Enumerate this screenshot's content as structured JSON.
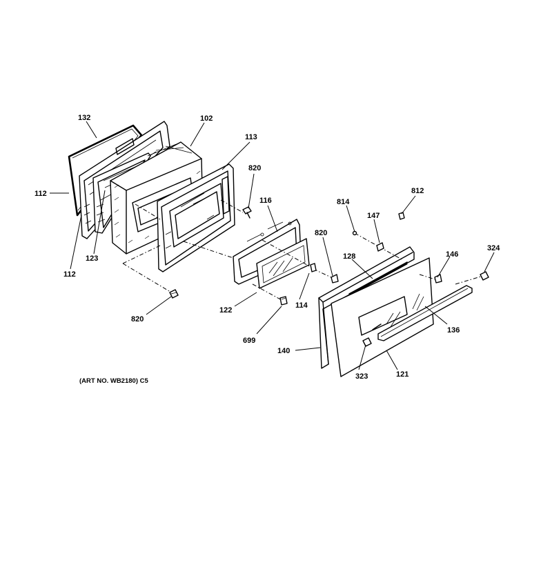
{
  "caption": "(ART NO. WB2180) C5",
  "labels": {
    "l132": "132",
    "l102": "102",
    "l113": "113",
    "l112a": "112",
    "l112b": "112",
    "l123": "123",
    "l820a": "820",
    "l820b": "820",
    "l820c": "820",
    "l116": "116",
    "l122": "122",
    "l114": "114",
    "l699": "699",
    "l814": "814",
    "l147": "147",
    "l812": "812",
    "l324": "324",
    "l128": "128",
    "l146": "146",
    "l136": "136",
    "l140": "140",
    "l323": "323",
    "l121": "121"
  }
}
